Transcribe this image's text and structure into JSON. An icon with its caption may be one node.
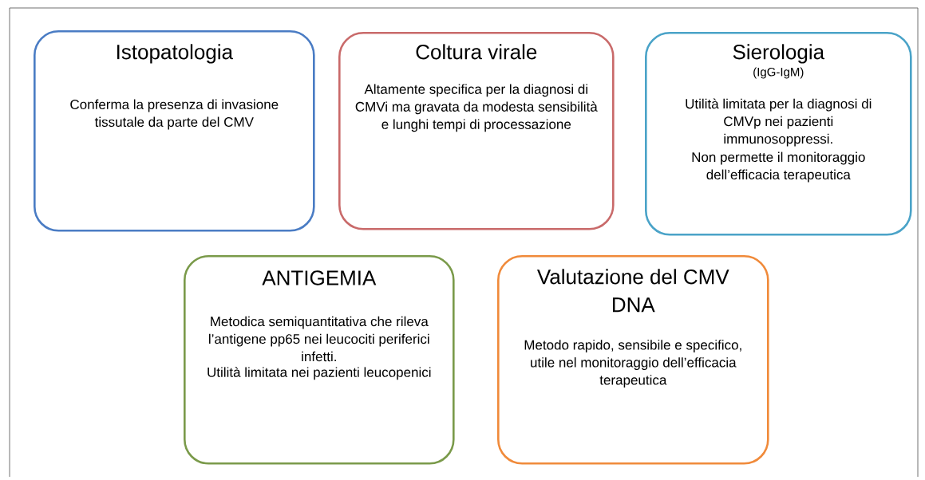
{
  "diagram": {
    "nodes": [
      {
        "text": [
          "Istopatologia",
          "Conferma la presenza di invasione tissutale da parte del CMV"
        ]
      },
      {
        "text": [
          "Coltura virale",
          "Altamente specifica per la diagnosi di CMVi ma gravata da modesta sensibilità e lunghi tempi di processazione"
        ]
      },
      {
        "text": [
          "Sierologia",
          "(IgG-IgM)",
          "Utilità limitata per la diagnosi di CMVp nei pazienti immunosoppressi.",
          "Non permette il monitoraggio dell’efficacia terapeutica"
        ]
      },
      {
        "text": [
          "ANTIGEMIA",
          "Metodica semiquantitativa che rileva l’antigene pp65 nei leucociti periferici infetti.",
          "Utilità limitata nei pazienti leucopenici"
        ]
      },
      {
        "text": [
          "Valutazione del CMV DNA",
          "Metodo rapido, sensibile e specifico, utile nel monitoraggio dell’efficacia terapeutica"
        ]
      }
    ]
  }
}
